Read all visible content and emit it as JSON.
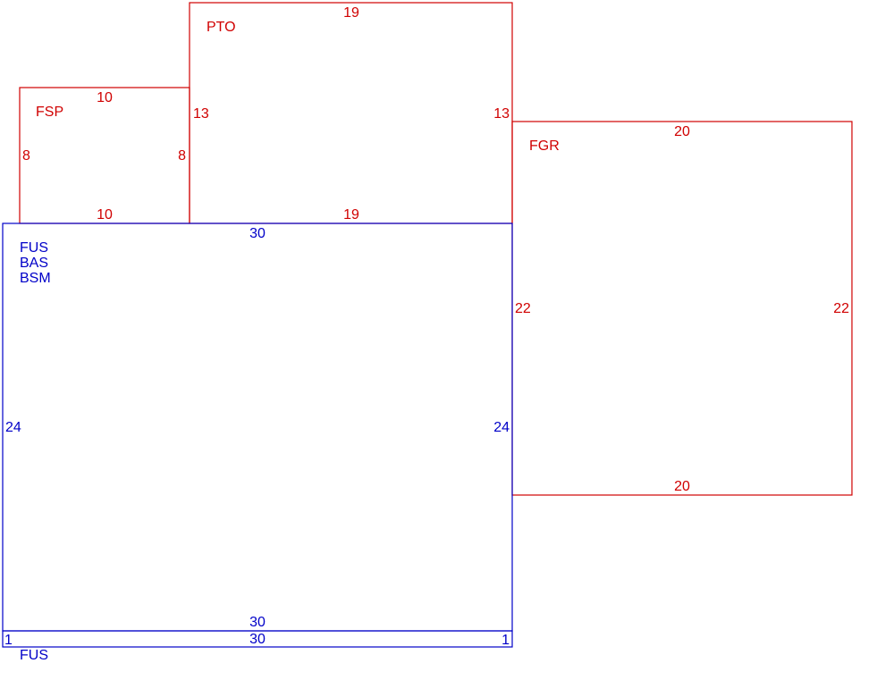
{
  "colors": {
    "main": "#0000c8",
    "addition": "#d00000"
  },
  "areas": {
    "fsp": {
      "code": "FSP",
      "top": "10",
      "bottom": "10",
      "left": "8",
      "right": "8"
    },
    "pto": {
      "code": "PTO",
      "top": "19",
      "bottom": "19",
      "left": "13",
      "right": "13"
    },
    "fgr": {
      "code": "FGR",
      "top": "20",
      "bottom": "20",
      "left": "22",
      "right": "22"
    },
    "main": {
      "codes": [
        "FUS",
        "BAS",
        "BSM"
      ],
      "top": "30",
      "bottom": "30",
      "left": "24",
      "right": "24"
    },
    "strip": {
      "code": "FUS",
      "bottom": "30",
      "left": "1",
      "right": "1"
    }
  }
}
